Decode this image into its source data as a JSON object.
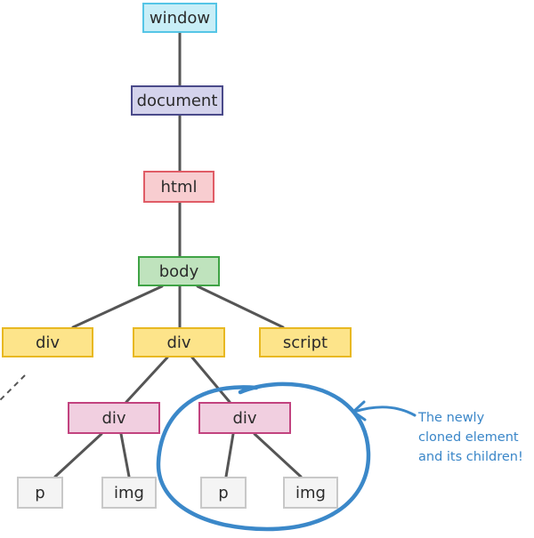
{
  "nodes": {
    "window": {
      "label": "window",
      "fill": "#c8eef7",
      "stroke": "#55c5e6"
    },
    "document": {
      "label": "document",
      "fill": "#d4d3ec",
      "stroke": "#4a4a8a"
    },
    "html": {
      "label": "html",
      "fill": "#f8cdd0",
      "stroke": "#e05c66"
    },
    "body": {
      "label": "body",
      "fill": "#bfe3bd",
      "stroke": "#3fa345"
    },
    "div_left": {
      "label": "div",
      "fill": "#fde48a",
      "stroke": "#e8b821"
    },
    "div_middle": {
      "label": "div",
      "fill": "#fde48a",
      "stroke": "#e8b821"
    },
    "script": {
      "label": "script",
      "fill": "#fde48a",
      "stroke": "#e8b821"
    },
    "div_inner_left": {
      "label": "div",
      "fill": "#f1cfe0",
      "stroke": "#c2437f"
    },
    "div_inner_right": {
      "label": "div",
      "fill": "#f1cfe0",
      "stroke": "#c2437f"
    },
    "p_left": {
      "label": "p",
      "fill": "#f4f4f4",
      "stroke": "#c8c8c8"
    },
    "img_left": {
      "label": "img",
      "fill": "#f4f4f4",
      "stroke": "#c8c8c8"
    },
    "p_right": {
      "label": "p",
      "fill": "#f4f4f4",
      "stroke": "#c8c8c8"
    },
    "img_right": {
      "label": "img",
      "fill": "#f4f4f4",
      "stroke": "#c8c8c8"
    }
  },
  "annotation": {
    "lines": [
      "The newly",
      "cloned element",
      "and its children!"
    ],
    "color": "#3a86c8"
  },
  "connector_color": "#555555"
}
